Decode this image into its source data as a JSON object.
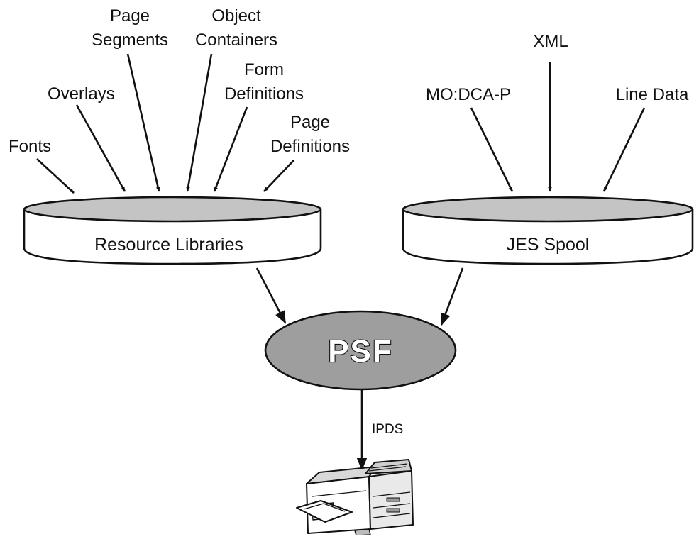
{
  "sources_left": {
    "fonts": "Fonts",
    "overlays": "Overlays",
    "page_segments": [
      "Page",
      "Segments"
    ],
    "object_containers": [
      "Object",
      "Containers"
    ],
    "form_definitions": [
      "Form",
      "Definitions"
    ],
    "page_definitions": [
      "Page",
      "Definitions"
    ]
  },
  "sources_right": {
    "modca": "MO:DCA-P",
    "xml": "XML",
    "line_data": "Line Data"
  },
  "stores": {
    "resource_libraries": "Resource Libraries",
    "jes_spool": "JES Spool"
  },
  "processor": {
    "label": "PSF"
  },
  "output": {
    "protocol": "IPDS"
  },
  "colors": {
    "ink": "#111111",
    "fill_gray": "#c4c4c4",
    "psf_fill": "#9e9e9e"
  },
  "icons": {
    "printer": "printer-icon"
  }
}
